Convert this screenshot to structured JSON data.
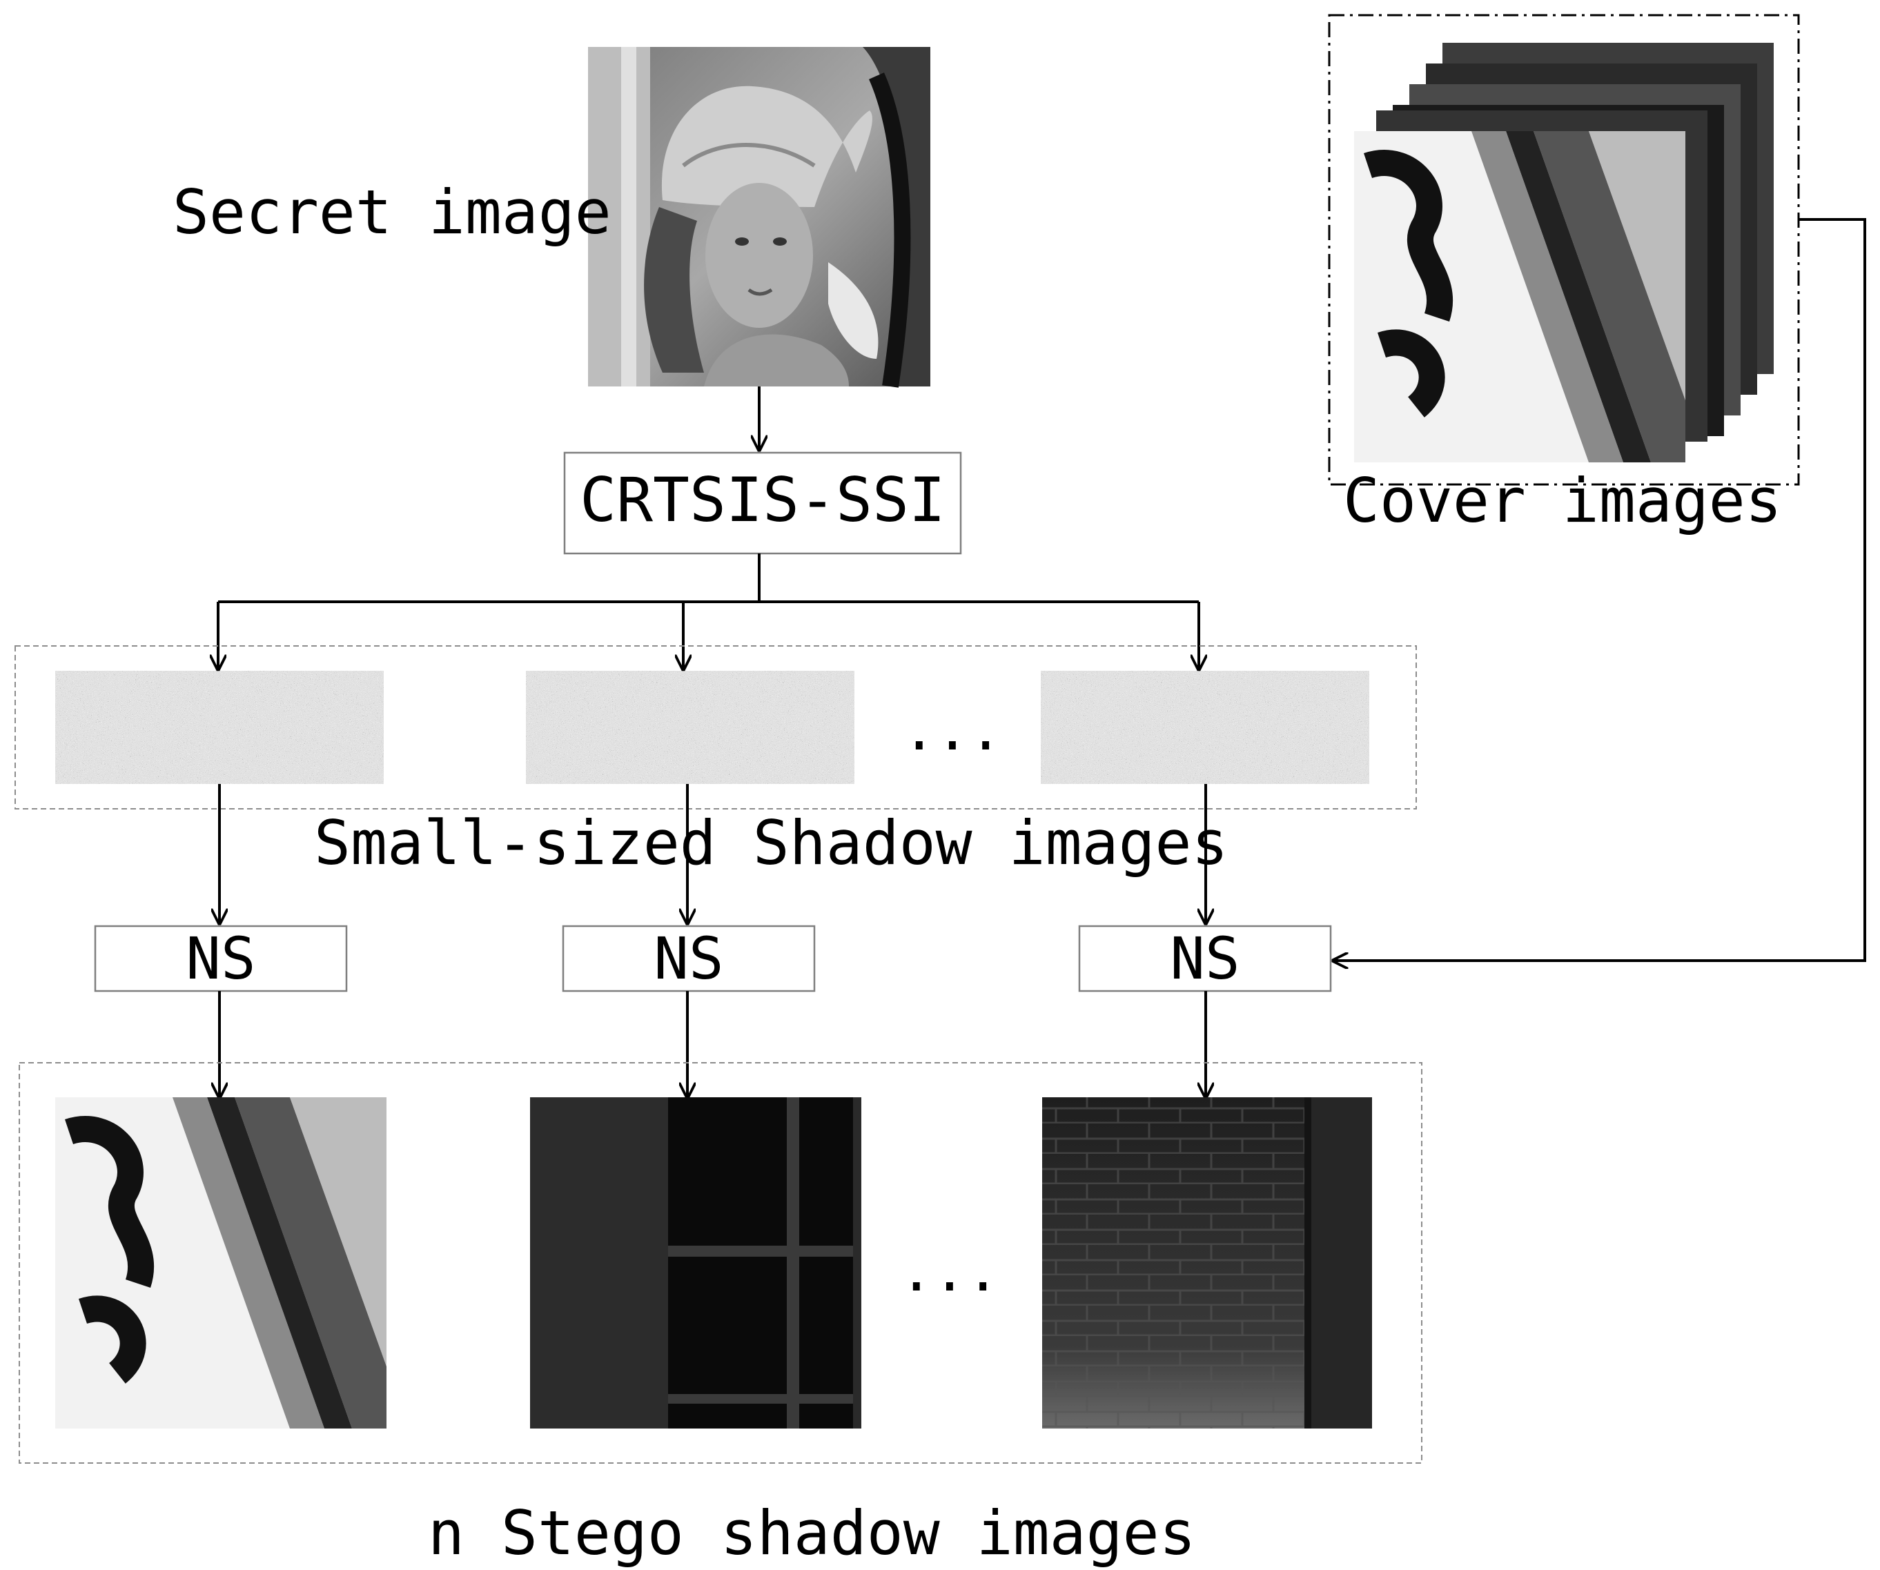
{
  "labels": {
    "secret_image": "Secret image",
    "cover_images": "Cover images",
    "small_shadow_images": "Small-sized Shadow images",
    "stego_shadow_images": "n Stego shadow images",
    "ellipsis": "..."
  },
  "boxes": {
    "crtsis": "CRTSIS-SSI",
    "ns": "NS"
  },
  "colors": {
    "line": "#000000",
    "box_border": "#7f7f7f",
    "dashed_group": "#8c8c8c"
  },
  "icons": {
    "secret_image": "portrait-photo",
    "cover_stack": "stacked-photos",
    "shadow": "noise-image",
    "stego_magazine": "magazine-photo",
    "stego_window": "window-photo",
    "stego_brick": "brick-wall-photo"
  }
}
